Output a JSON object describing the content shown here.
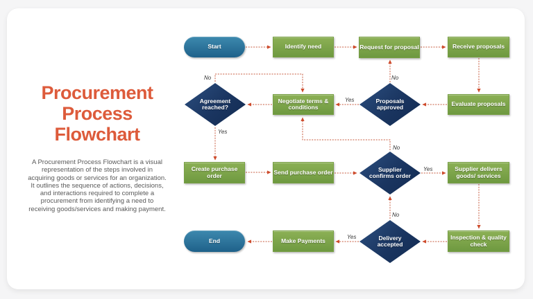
{
  "slide": {
    "title_lines": [
      "Procurement",
      "Process",
      "Flowchart"
    ],
    "description_lines": [
      "A Procurement Process Flowchart is a visual",
      "representation of the steps involved in",
      "acquiring goods or services for an organization.",
      "It outlines the sequence of actions, decisions,",
      "and interactions required to complete a",
      "procurement from identifying a need to",
      "receiving goods/services and making payment."
    ]
  },
  "colors": {
    "title": "#DD5B3B",
    "arrow": "#C75A3D",
    "process_fill": "#7AA347",
    "terminal_fill": "#2C749C",
    "decision_fill": "#1D3A64",
    "shape_text": "#FFFFFF"
  },
  "flowchart": {
    "nodes": {
      "start": "Start",
      "identify_need": "Identify need",
      "request_for_proposal": "Request for proposal",
      "receive_proposals": "Receive proposals",
      "agreement_reached": "Agreement reached?",
      "negotiate_terms": "Negotiate terms & conditions",
      "proposals_approved": "Proposals approved",
      "evaluate_proposals": "Evaluate proposals",
      "create_purchase_order": "Create purchase order",
      "send_purchase_order": "Send purchase order",
      "supplier_confirms_order": "Supplier confirms order",
      "supplier_delivers": "Supplier delivers goods/ services",
      "end": "End",
      "make_payments": "Make Payments",
      "delivery_accepted": "Delivery accepted",
      "inspection_quality_check": "Inspection & quality check"
    },
    "edge_labels": {
      "agreement_no": "No",
      "agreement_yes": "Yes",
      "proposals_no": "No",
      "proposals_yes": "Yes",
      "supplier_no": "No",
      "supplier_yes": "Yes",
      "delivery_no": "No",
      "delivery_yes": "Yes"
    }
  }
}
